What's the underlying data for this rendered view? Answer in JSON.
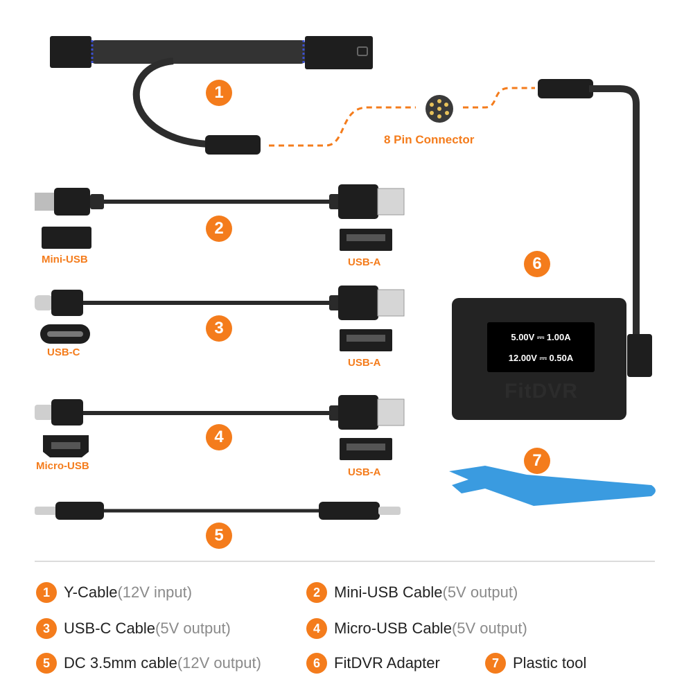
{
  "badges": {
    "b1": "1",
    "b2": "2",
    "b3": "3",
    "b4": "4",
    "b5": "5",
    "b6": "6",
    "b7": "7"
  },
  "labels": {
    "pin_connector": "8 Pin Connector",
    "mini_usb": "Mini-USB",
    "usb_a": "USB-A",
    "usb_c": "USB-C",
    "micro_usb": "Micro-USB"
  },
  "adapter": {
    "line1": "5.00V ⎓ 1.00A",
    "line2": "12.00V ⎓ 0.50A",
    "brand": "FitDVR"
  },
  "legend": [
    {
      "num": "1",
      "name": "Y-Cable",
      "note": "(12V input)"
    },
    {
      "num": "2",
      "name": "Mini-USB Cable",
      "note": "(5V output)"
    },
    {
      "num": "3",
      "name": "USB-C Cable",
      "note": "(5V output)"
    },
    {
      "num": "4",
      "name": "Micro-USB Cable",
      "note": "(5V output)"
    },
    {
      "num": "5",
      "name": "DC 3.5mm cable",
      "note": "(12V output)"
    },
    {
      "num": "6",
      "name": "FitDVR Adapter",
      "note": ""
    },
    {
      "num": "7",
      "name": "Plastic tool",
      "note": ""
    }
  ],
  "colors": {
    "accent": "#f47c1c",
    "cable": "#2a2a2a",
    "tool": "#3a9be0"
  }
}
